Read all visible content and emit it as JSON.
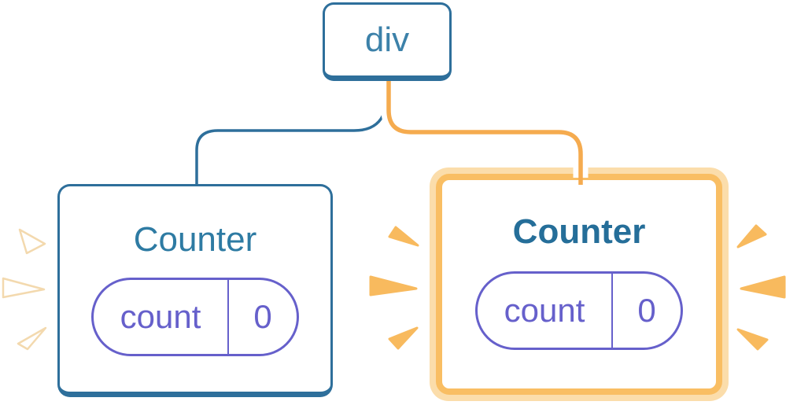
{
  "diagram": {
    "root": {
      "label": "div"
    },
    "left_counter": {
      "title": "Counter",
      "state": {
        "key": "count",
        "value": "0"
      },
      "highlighted": false
    },
    "right_counter": {
      "title": "Counter",
      "state": {
        "key": "count",
        "value": "0"
      },
      "highlighted": true
    }
  },
  "colors": {
    "background": "#FFFFFF",
    "blue_border": "#2E6F9B",
    "blue_text": "#3C81A9",
    "title_left": "#2E7BA3",
    "title_right": "#256E99",
    "purple": "#6660CB",
    "connector_blue": "#2E6F9B",
    "connector_orange": "#F5AB4F",
    "casing_white": "#FFFFFF",
    "card_orange_border": "#F9BE63",
    "card_orange_glow": "#FBDDAB",
    "ray_orange": "#F8BA5E",
    "ray_white_fill": "#FFFFFF",
    "ray_white_stroke": "#F3D9AE"
  }
}
